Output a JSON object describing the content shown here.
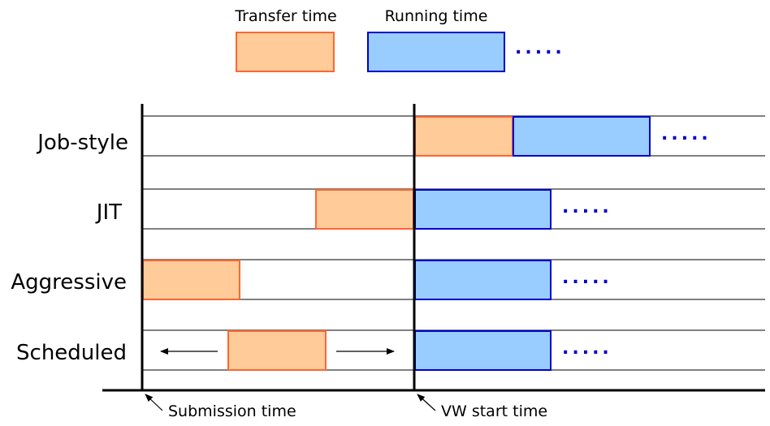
{
  "legend": {
    "transfer_label": "Transfer time",
    "running_label": "Running time",
    "continuation": "....."
  },
  "rows": [
    {
      "label": "Job-style"
    },
    {
      "label": "JIT"
    },
    {
      "label": "Aggressive"
    },
    {
      "label": "Scheduled"
    }
  ],
  "axis": {
    "submission_label": "Submission time",
    "vw_start_label": "VW start time"
  },
  "colors": {
    "transfer_fill": "#ffcc99",
    "transfer_stroke": "#ff6633",
    "running_fill": "#99ccff",
    "running_stroke": "#0000cc",
    "dots": "#0000cc"
  }
}
